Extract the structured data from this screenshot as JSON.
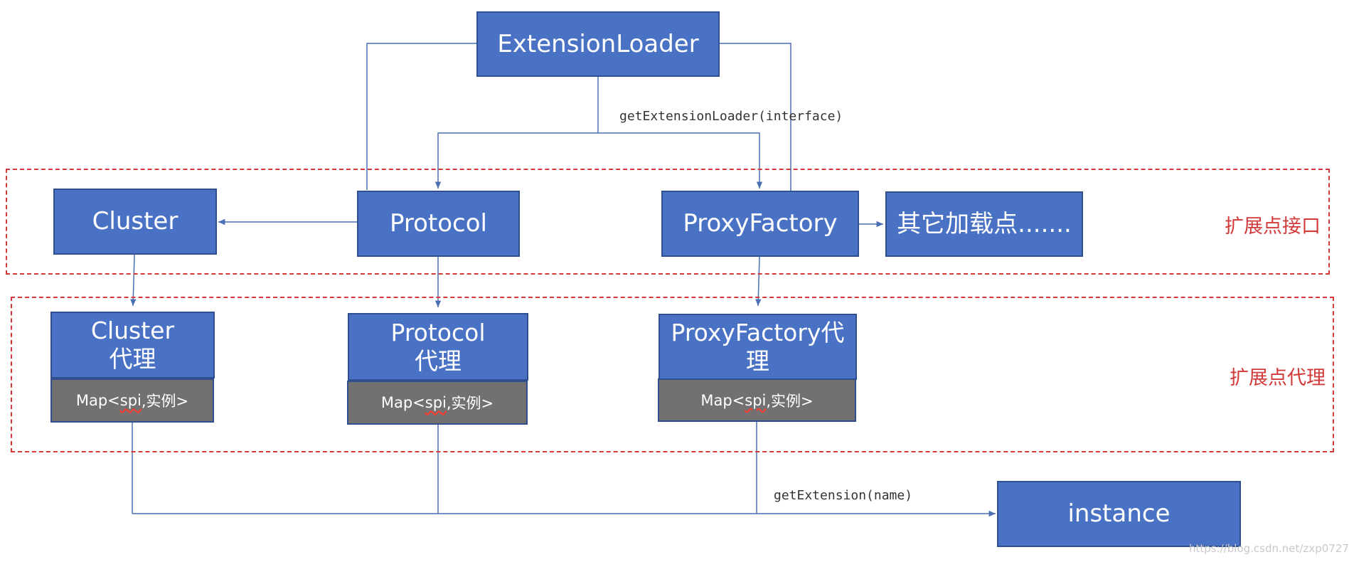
{
  "nodes": {
    "extension_loader": "ExtensionLoader",
    "cluster": "Cluster",
    "protocol": "Protocol",
    "proxy_factory": "ProxyFactory",
    "other_points": "其它加载点.......",
    "cluster_proxy": [
      "Cluster",
      "代理"
    ],
    "protocol_proxy": [
      "Protocol",
      "代理"
    ],
    "proxy_factory_proxy": [
      "ProxyFactory代",
      "理"
    ],
    "instance": "instance"
  },
  "map_label": {
    "prefix": "Map<",
    "spi": "spi",
    "suffix": ",实例>"
  },
  "regions": {
    "interface": "扩展点接口",
    "proxy": "扩展点代理"
  },
  "edges": {
    "get_extension_loader": "getExtensionLoader(interface)",
    "get_extension": "getExtension(name)"
  },
  "watermark": "https://blog.csdn.net/zxp0727",
  "colors": {
    "node_fill": "#4a72c4",
    "node_border": "#2f4f8f",
    "map_fill": "#737071",
    "region_border": "#d23a3a",
    "line": "#4a6fb3"
  }
}
